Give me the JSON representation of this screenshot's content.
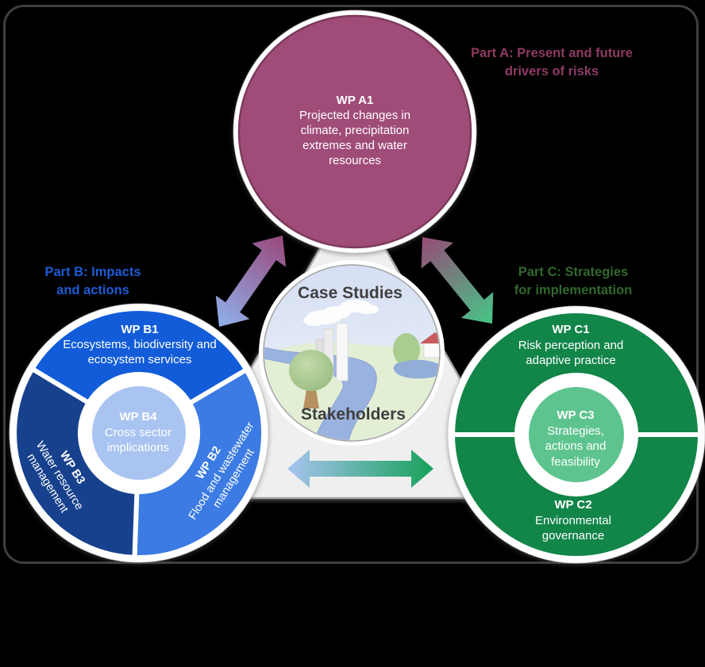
{
  "colors": {
    "background": "#000000",
    "frame_border": "#3F3F3F",
    "triangle_fill": "#EFEFEF",
    "part_a_circle": "#A04C78",
    "part_a_circle_edge": "#7C3A5D",
    "part_a_label": "#8E3A63",
    "wp_b1": "#125CD9",
    "wp_b2": "#3B7BE3",
    "wp_b3": "#17418D",
    "wp_b4": "#A9C4F1",
    "part_b_label": "#1E5BD6",
    "wp_c_main": "#128549",
    "wp_c3": "#5EC48F",
    "part_c_label": "#31682C",
    "center_text": "#3F3F3F",
    "arrow_blue": "#8FB1EC",
    "arrow_purple": "#99487A",
    "arrow_green": "#2DB674"
  },
  "part_a": {
    "label_line1": "Part A: Present and future",
    "label_line2": "drivers of risks",
    "wp_a1": {
      "code": "WP A1",
      "line1": "Projected changes in",
      "line2": "climate, precipitation",
      "line3": "extremes and water",
      "line4": "resources"
    }
  },
  "part_b": {
    "label_line1": "Part B: Impacts",
    "label_line2": "and actions",
    "wp_b1": {
      "code": "WP B1",
      "line1": "Ecosystems, biodiversity and",
      "line2": "ecosystem services"
    },
    "wp_b2": {
      "code": "WP B2",
      "line1": "Flood and wastewater",
      "line2": "management"
    },
    "wp_b3": {
      "code": "WP B3",
      "line1": "Water resource",
      "line2": "management"
    },
    "wp_b4": {
      "code": "WP B4",
      "line1": "Cross sector",
      "line2": "implications"
    }
  },
  "part_c": {
    "label_line1": "Part C: Strategies",
    "label_line2": "for implementation",
    "wp_c1": {
      "code": "WP C1",
      "line1": "Risk perception and",
      "line2": "adaptive practice"
    },
    "wp_c2": {
      "code": "WP C2",
      "line1": "Environmental",
      "line2": "governance"
    },
    "wp_c3": {
      "code": "WP C3",
      "line1": "Strategies,",
      "line2": "actions and",
      "line3": "feasibility"
    }
  },
  "center": {
    "top_label": "Case Studies",
    "bottom_label": "Stakeholders"
  }
}
